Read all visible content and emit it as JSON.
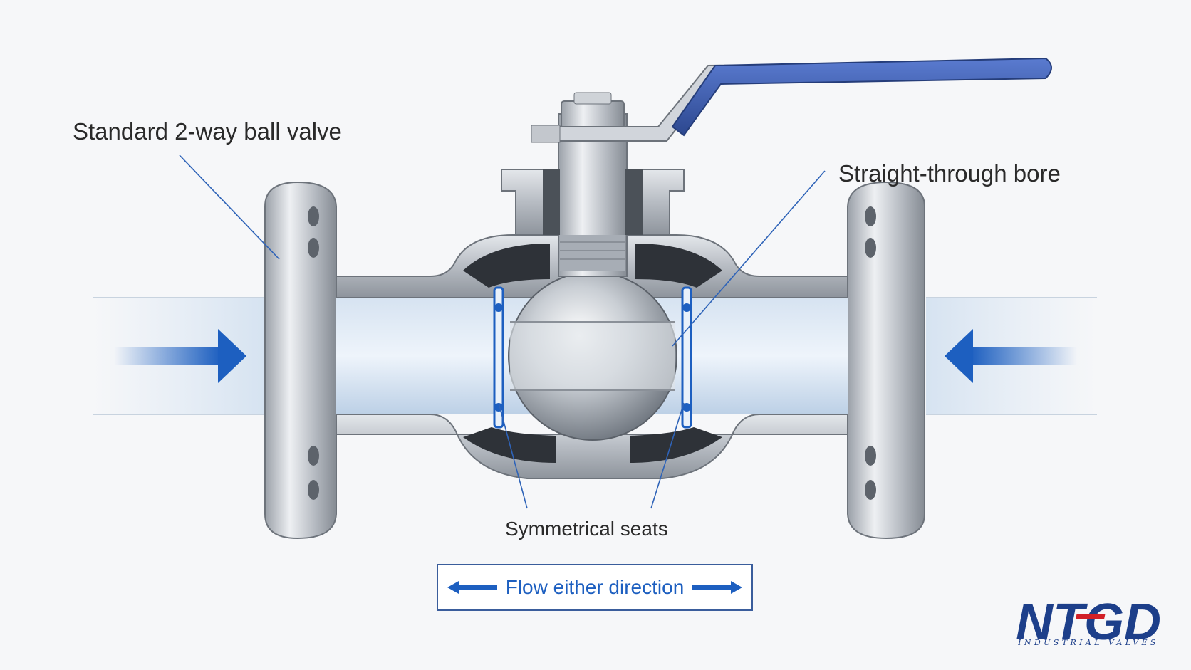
{
  "labels": {
    "valve_type": "Standard 2-way ball valve",
    "bore": "Straight-through bore",
    "seats": "Symmetrical seats",
    "flow": "Flow either direction"
  },
  "logo": {
    "wordmark": "NTGD",
    "subtitle": "INDUSTRIAL VALVES"
  },
  "colors": {
    "background": "#f6f7f9",
    "arrow_blue": "#1d5fc0",
    "handle_blue": "#3656a8",
    "metal": "#c3c7cd",
    "fluid": "#cfe0f2",
    "logo_blue": "#1d3f8a",
    "logo_red": "#d22027"
  },
  "icons": {
    "left_flow": "arrow-right-icon",
    "right_flow": "arrow-left-icon",
    "box_left": "arrow-left-icon",
    "box_right": "arrow-right-icon"
  }
}
